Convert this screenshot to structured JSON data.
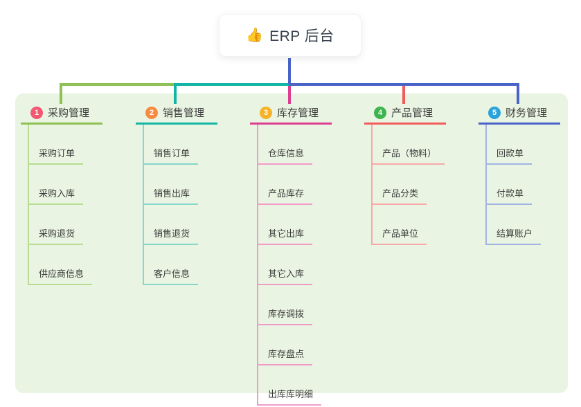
{
  "root": {
    "icon": "👍",
    "icon_name": "thumbs-up-icon",
    "label": "ERP 后台"
  },
  "colors": {
    "panel_bg": "#e9f5e2",
    "root_connector": "#4a63c8"
  },
  "branches": [
    {
      "index": "1",
      "label": "采购管理",
      "badge_color": "#f25871",
      "line_color": "#8dc153",
      "child_line_color": "#b7dc92",
      "children": [
        "采购订单",
        "采购入库",
        "采购退货",
        "供应商信息"
      ]
    },
    {
      "index": "2",
      "label": "销售管理",
      "badge_color": "#f88b41",
      "line_color": "#12b5a5",
      "child_line_color": "#85d6cb",
      "children": [
        "销售订单",
        "销售出库",
        "销售退货",
        "客户信息"
      ]
    },
    {
      "index": "3",
      "label": "库存管理",
      "badge_color": "#f6b327",
      "line_color": "#dd3d90",
      "child_line_color": "#f29bc8",
      "children": [
        "仓库信息",
        "产品库存",
        "其它出库",
        "其它入库",
        "库存调拨",
        "库存盘点",
        "出库库明细"
      ]
    },
    {
      "index": "4",
      "label": "产品管理",
      "badge_color": "#3eb44e",
      "line_color": "#f15b5b",
      "child_line_color": "#f8a8a8",
      "children": [
        "产品（物料）",
        "产品分类",
        "产品单位"
      ]
    },
    {
      "index": "5",
      "label": "财务管理",
      "badge_color": "#2ba2db",
      "line_color": "#4a63c8",
      "child_line_color": "#a3b3e3",
      "children": [
        "回款单",
        "付款单",
        "结算账户"
      ]
    }
  ]
}
